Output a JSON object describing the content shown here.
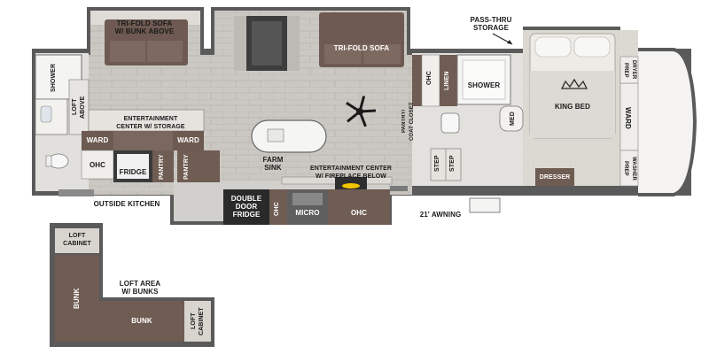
{
  "labels": {
    "trifold_bunk": "TRI-FOLD SOFA\nW/ BUNK ABOVE",
    "trifold_sofa": "TRI-FOLD SOFA",
    "pass_thru": "PASS-THRU\nSTORAGE",
    "shower_left": "SHOWER",
    "loft_above": "LOFT\nABOVE",
    "ent_storage": "ENTERTAINMENT\nCENTER W/ STORAGE",
    "ward_left": "WARD",
    "ward_mid": "WARD",
    "ohc_left": "OHC",
    "fridge": "FRIDGE",
    "pantry_1": "PANTRY",
    "pantry_2": "PANTRY",
    "farm_sink": "FARM\nSINK",
    "ent_fireplace": "ENTERTAINMENT CENTER\nW/ FIREPLACE BELOW",
    "pantry_coat": "PANTRY/\nCOAT CLOSET",
    "ohc_bath": "OHC",
    "linen": "LINEN",
    "shower_bath": "SHOWER",
    "med": "MED",
    "step_1": "STEP",
    "step_2": "STEP",
    "king_bed": "KING BED",
    "dryer_prep": "DRYER\nPREP",
    "ward_right": "WARD",
    "washer_prep": "WASHER\nPREP",
    "dresser": "DRESSER",
    "outside_kitchen": "OUTSIDE KITCHEN",
    "double_fridge": "DOUBLE\nDOOR\nFRIDGE",
    "ohc_kitchen": "OHC",
    "micro": "MICRO",
    "ohc_fireplace": "OHC",
    "awning": "21' AWNING",
    "loft_cabinet_top": "LOFT\nCABINET",
    "loft_area": "LOFT AREA\nW/ BUNKS",
    "bunk_vertical": "BUNK",
    "bunk_horizontal": "BUNK",
    "loft_cabinet_side": "LOFT\nCABINET"
  },
  "colors": {
    "wall": "#4a4a4a",
    "floor": "#c9c7c2",
    "wood_dark": "#5b4a42",
    "wood_mid": "#7a655a",
    "carpet": "#d6d3cc",
    "fabric": "#6e5a52"
  }
}
